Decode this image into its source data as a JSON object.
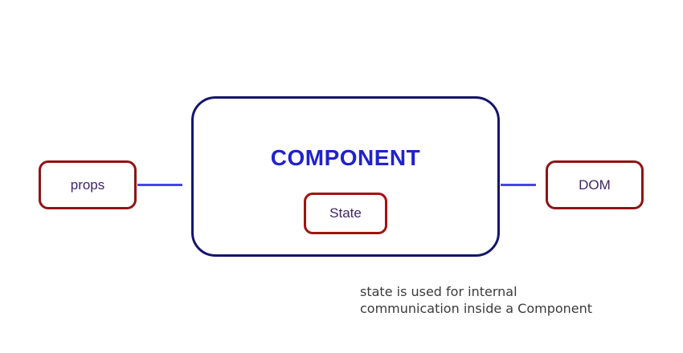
{
  "diagram": {
    "props_label": "props",
    "component_label": "COMPONENT",
    "state_label": "State",
    "dom_label": "DOM"
  },
  "caption": {
    "line1": "state is used for internal",
    "line2": "communication inside a Component"
  },
  "colors": {
    "red_box_border": "#8f1414",
    "state_box_border": "#a31212",
    "component_border": "#15156b",
    "component_title": "#2122cc",
    "box_label_text": "#3f2566",
    "arrow": "#4646e8",
    "caption_text": "#3b3b3b",
    "background": "#ffffff"
  }
}
